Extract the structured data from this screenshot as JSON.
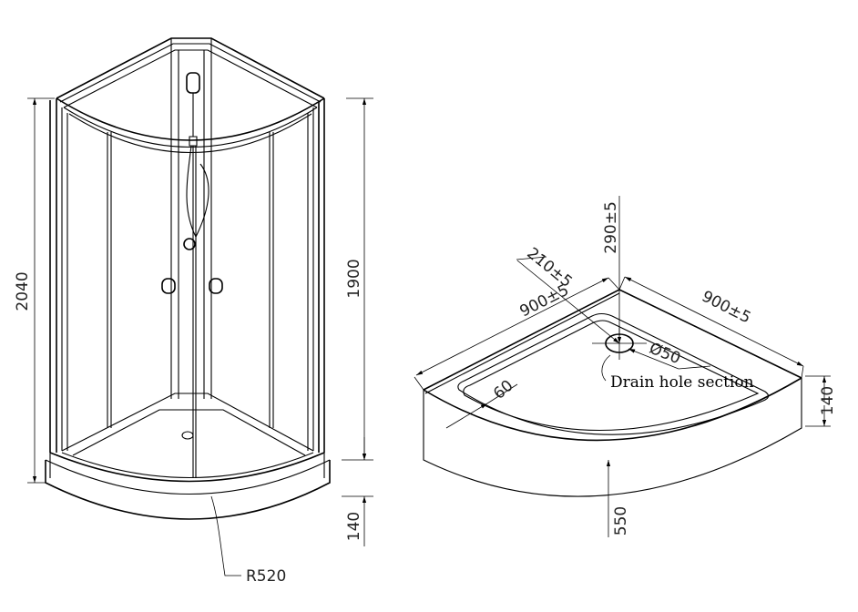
{
  "cabin_view": {
    "height_total": "2040",
    "height_glass": "1900",
    "tray_height": "140",
    "radius": "R520"
  },
  "tray_view": {
    "side_left": "900±5",
    "side_right": "900±5",
    "drain_offset_diag": "210±5",
    "drain_offset_vert": "290±5",
    "drain_diameter": "Ø50",
    "rim_width": "60",
    "drain_label": "Drain hole section",
    "tray_height": "140",
    "front_depth": "550"
  }
}
